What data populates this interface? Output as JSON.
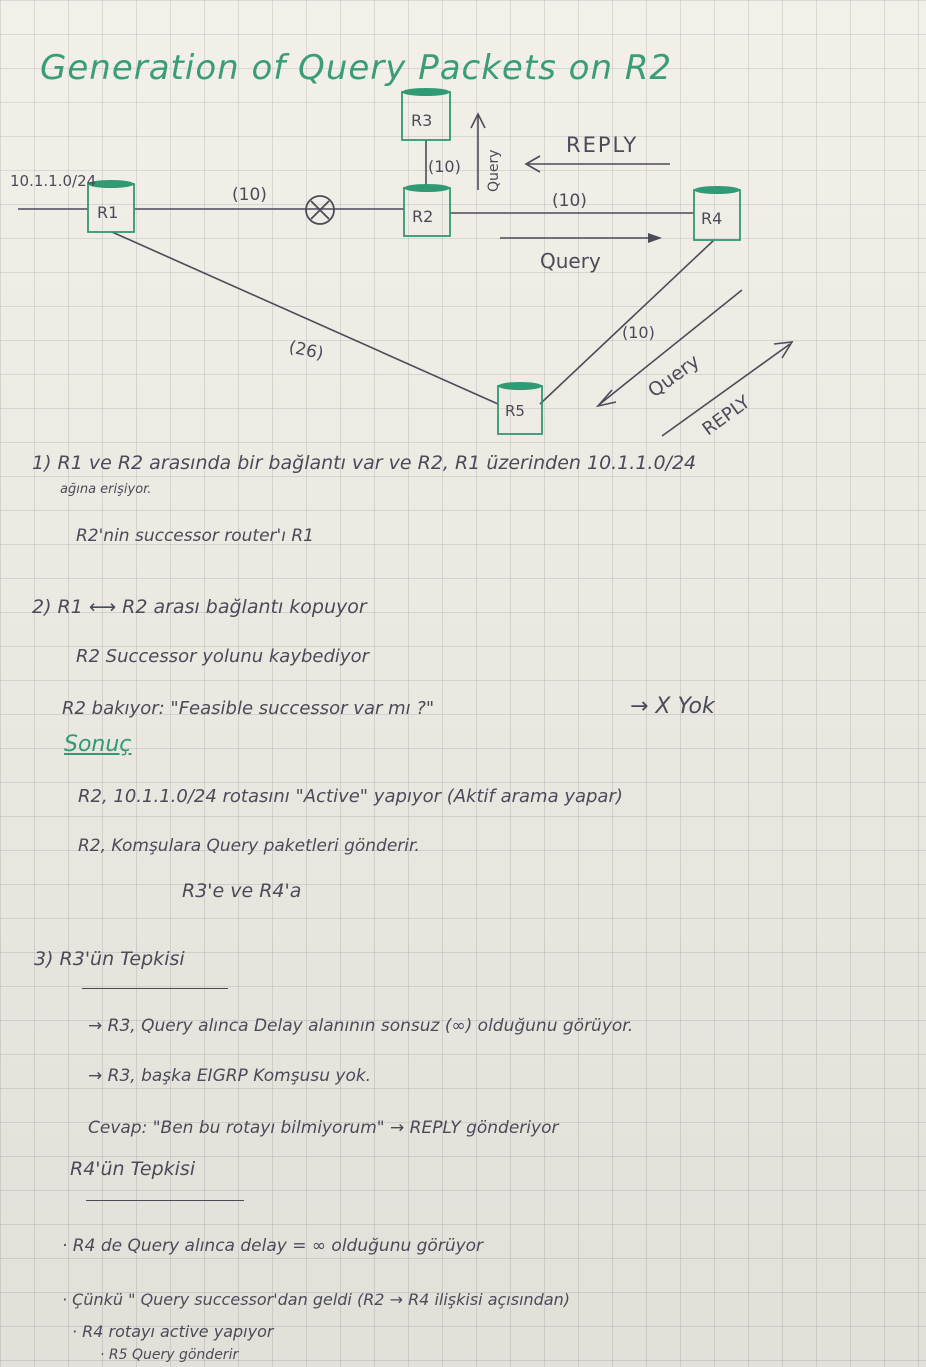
{
  "title": "Generation of Query Packets on R2",
  "colors": {
    "ink": "#4b4b58",
    "green": "#2f9a74",
    "paper": "#f2efe8",
    "grid": "#a8a8b4"
  },
  "diagram": {
    "routers": [
      "R1",
      "R2",
      "R3",
      "R4",
      "R5"
    ],
    "network": "10.1.1.0/24",
    "costs": {
      "r1_r2": "(10)",
      "r2_r3": "(10)",
      "r2_r4": "(10)",
      "r1_r5": "(26)",
      "r5_r4": "(10)"
    },
    "labels": {
      "reply_top": "REPLY",
      "query_vertical": "Query",
      "query_mid": "Query",
      "query_diag": "Query",
      "reply_diag": "REPLY"
    }
  },
  "notes": {
    "s1": {
      "line1": "1) R1 ve R2 arasında bir bağlantı var ve R2, R1 üzerinden 10.1.1.0/24",
      "line2": "ağına erişiyor.",
      "line3": "R2'nin successor router'ı R1"
    },
    "s2": {
      "line1": "2) R1 ⟷ R2 arası bağlantı kopuyor",
      "line2": "R2 Successor yolunu kaybediyor",
      "line3": "R2 bakıyor: \"Feasible successor var mı ?\"",
      "line3b": "→ X Yok",
      "line4": "Sonuç",
      "line5": "R2, 10.1.1.0/24 rotasını \"Active\" yapıyor (Aktif arama yapar)",
      "line6": "R2, Komşulara Query paketleri gönderir.",
      "line7": "R3'e ve R4'a"
    },
    "s3": {
      "heading": "3)  R3'ün Tepkisi",
      "line1": "→ R3, Query alınca Delay alanının sonsuz (∞) olduğunu görüyor.",
      "line2": "→ R3, başka EIGRP Komşusu yok.",
      "line3": "Cevap: \"Ben bu rotayı bilmiyorum\" → REPLY gönderiyor",
      "heading2": "R4'ün Tepkisi",
      "line4": "· R4 de Query alınca delay = ∞ olduğunu görüyor",
      "line5": "· Çünkü \" Query successor'dan geldi (R2 → R4 ilişkisi açısından)",
      "line6": "· R4 rotayı active yapıyor",
      "line7": "· R5 Query gönderir"
    }
  }
}
